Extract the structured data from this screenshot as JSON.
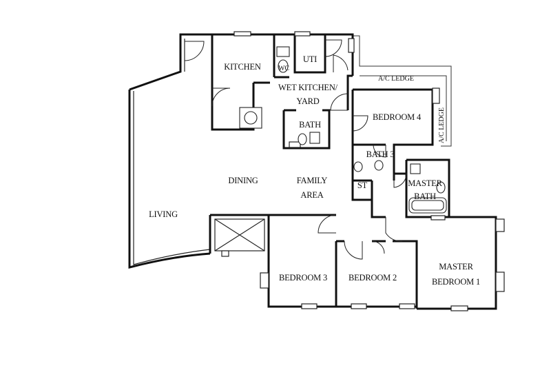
{
  "rooms": {
    "kitchen": "KITCHEN",
    "uti": "UTI",
    "wc": "WC",
    "wet_kitchen_line1": "WET KITCHEN/",
    "wet_kitchen_line2": "YARD",
    "bath": "BATH",
    "bedroom4": "BEDROOM 4",
    "bath3": "BATH 3",
    "st": "ST",
    "master_bath_line1": "MASTER",
    "master_bath_line2": "BATH",
    "dining": "DINING",
    "family_line1": "FAMILY",
    "family_line2": "AREA",
    "living": "LIVING",
    "bedroom3": "BEDROOM 3",
    "bedroom2": "BEDROOM 2",
    "master_bedroom_line1": "MASTER",
    "master_bedroom_line2": "BEDROOM 1"
  },
  "ledges": {
    "top": "A/C LEDGE",
    "side": "A/C LEDGE"
  }
}
